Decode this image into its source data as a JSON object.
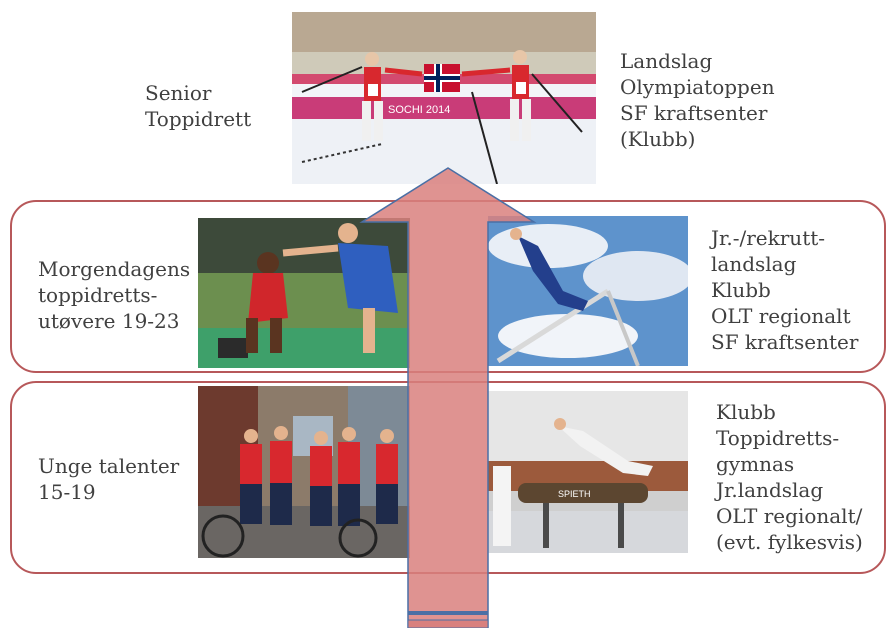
{
  "tiers": [
    {
      "name": "senior",
      "title": "Senior\nToppidrett",
      "arenas": "Landslag\nOlympiatoppen\nSF kraftsenter\n(Klubb)"
    },
    {
      "name": "morgendagens",
      "title": "Morgendagens\ntoppidretts-\nutøvere 19-23",
      "arenas": "Jr.-/rekrutt-\nlandslag\nKlubb\nOLT regionalt\nSF kraftsenter"
    },
    {
      "name": "unge",
      "title": "Unge talenter\n15-19",
      "arenas": "Klubb\nToppidretts-\ngymnas\nJr.landslag\nOLT regionalt/\n(evt. fylkesvis)"
    }
  ],
  "photos": {
    "skiing_banner": "SOCHI 2014",
    "pommel_brand": "SPIETH"
  },
  "colors": {
    "band_border": "#b7585a",
    "arrow_fill": "#d9807e",
    "arrow_border": "#4a6fa5",
    "text": "#404040"
  }
}
